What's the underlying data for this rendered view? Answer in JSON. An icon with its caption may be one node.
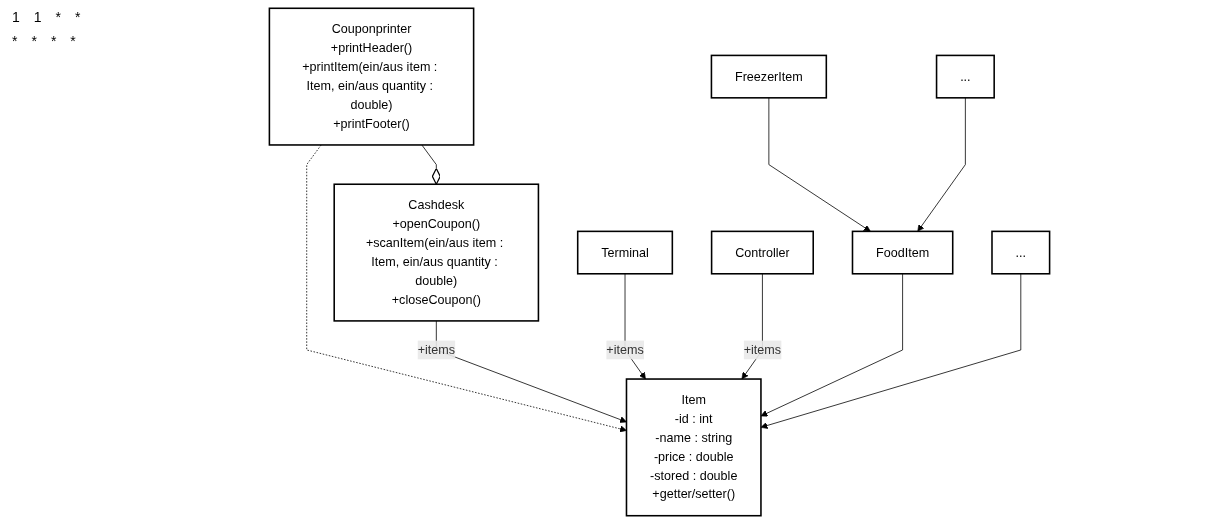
{
  "diagram": {
    "nodes": [
      {
        "text": [
          "Couponprinter",
          "+printHeader()",
          "+printItem(ein/aus item : Item, ein/aus quantity : double)",
          "+printFooter()"
        ]
      },
      {
        "text": [
          "Cashdesk",
          "+openCoupon()",
          "+scanItem(ein/aus item : Item, ein/aus quantity : double)",
          "+closeCoupon()"
        ]
      },
      {
        "text": [
          "Item",
          "-id : int",
          "-name : string",
          "-price : double",
          "-stored : double",
          "+getter/setter()"
        ]
      },
      {
        "text": [
          "Terminal"
        ]
      },
      {
        "text": [
          "FoodItem"
        ]
      },
      {
        "text": [
          "..."
        ]
      },
      {
        "text": [
          "Controller"
        ]
      },
      {
        "text": [
          "FreezerItem"
        ]
      },
      {
        "text": [
          "..."
        ]
      }
    ],
    "edges": [
      {
        "from": 0,
        "to": 1,
        "arrow": "other"
      },
      {
        "from": 0,
        "to": 2,
        "arrow": "to",
        "style": "dashed"
      },
      {
        "from": 1,
        "to": 2,
        "arrow": "to",
        "label": "+items"
      },
      {
        "from": 3,
        "to": 2,
        "arrow": "to",
        "label": "+items"
      },
      {
        "from": 6,
        "to": 2,
        "arrow": "to",
        "label": "+items"
      },
      {
        "from": 4,
        "to": 2,
        "arrow": "to"
      },
      {
        "from": 5,
        "to": 2,
        "arrow": "to"
      },
      {
        "from": 7,
        "to": 4,
        "arrow": "to"
      },
      {
        "from": 8,
        "to": 4,
        "arrow": "to"
      }
    ],
    "labels": [
      "1",
      "1",
      "*",
      "*",
      "*",
      "*",
      "*",
      "*"
    ]
  }
}
